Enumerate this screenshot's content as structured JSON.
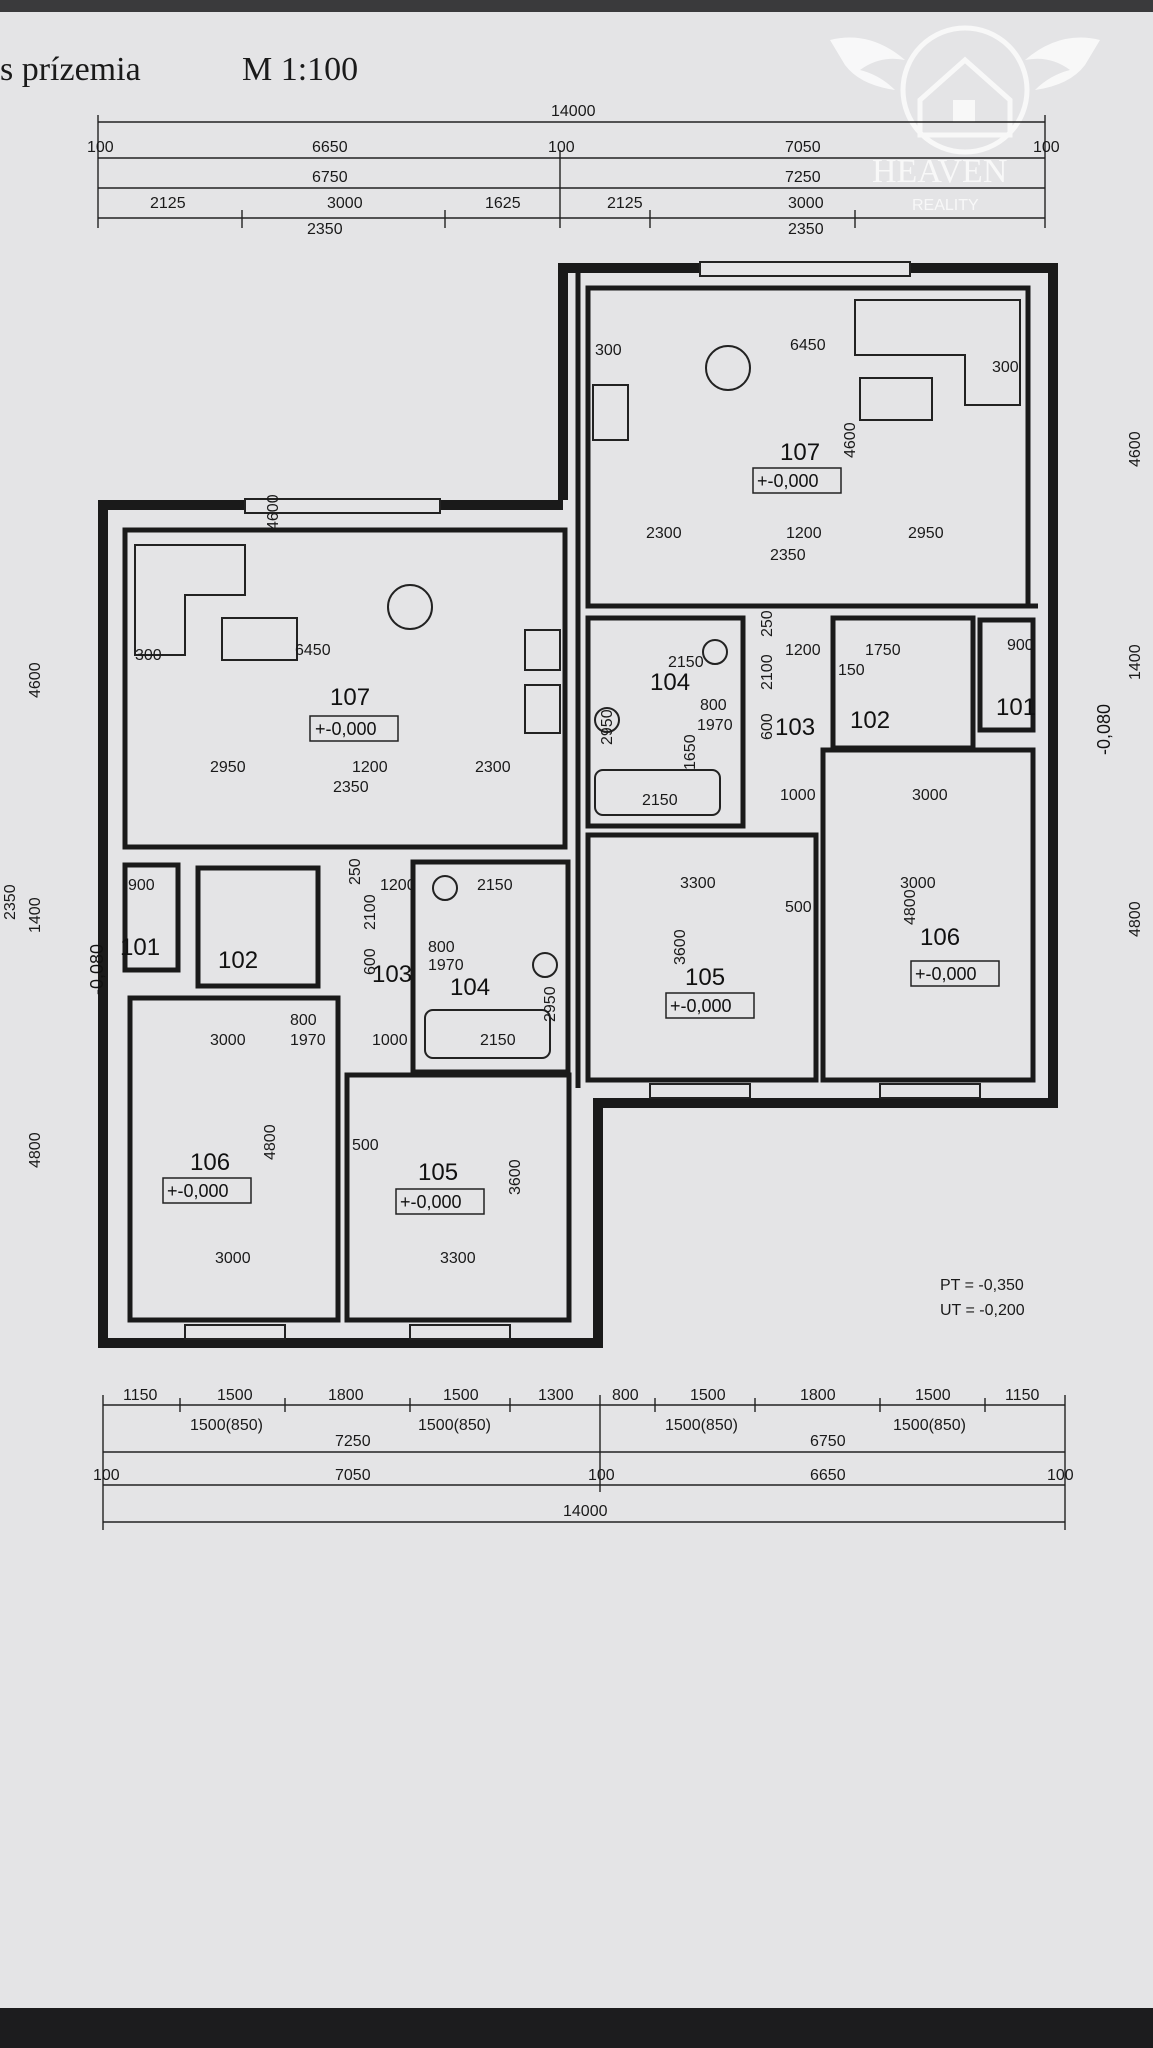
{
  "title": "s prízemia",
  "scale": "M 1:100",
  "watermark": {
    "word": "HEAVEN",
    "sub": "REALITY"
  },
  "dims": {
    "overall": "14000",
    "half_a": "6650",
    "half_b": "7050",
    "wall": "100",
    "total_a": "6750",
    "total_b": "7250",
    "t1": "2125",
    "t2": "3000",
    "t3": "1625",
    "t4": "2350",
    "bot1": "1150",
    "bot2": "1500",
    "bot3": "1800",
    "bot4": "1300",
    "bot5": "800",
    "bot_win": "1500(850)"
  },
  "rooms": {
    "r101": "101",
    "r102": "102",
    "r103": "103",
    "r104": "104",
    "r105": "105",
    "r106": "106",
    "r107": "107"
  },
  "levels": {
    "zero": "+-0,000",
    "entry": "-0,080"
  },
  "room_dims": {
    "d6450": "6450",
    "d4600": "4600",
    "d2950": "2950",
    "d1200": "1200",
    "d2300": "2300",
    "d2350": "2350",
    "d300": "300",
    "d3300": "3300",
    "d3600": "3600",
    "d3000": "3000",
    "d4800": "4800",
    "d2150": "2150",
    "d1970": "1970",
    "d800": "800",
    "d900": "900",
    "d1750": "1750",
    "d150": "150",
    "d600": "600",
    "d2100": "2100",
    "d1000": "1000",
    "d500": "500",
    "d250": "250",
    "d1650": "1650",
    "d1400": "1400",
    "d2350b": "2350"
  },
  "notes": {
    "pt": "PT = -0,350",
    "ut": "UT = -0,200"
  }
}
